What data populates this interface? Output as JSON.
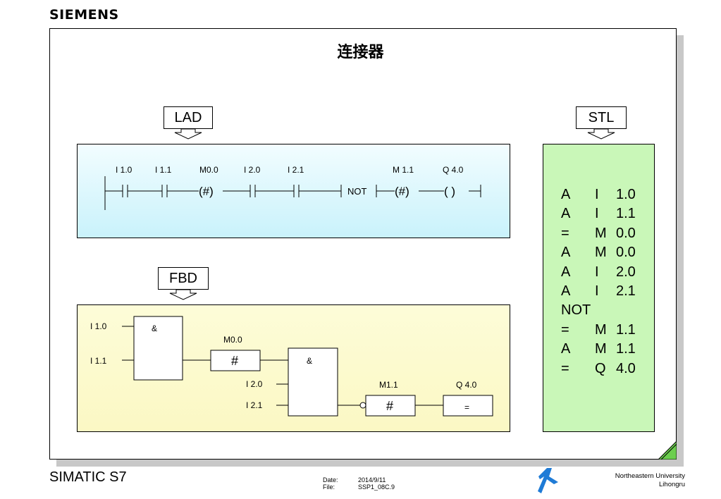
{
  "header": {
    "brand": "SIEMENS"
  },
  "slide": {
    "title": "连接器"
  },
  "tags": {
    "lad": "LAD",
    "stl": "STL",
    "fbd": "FBD"
  },
  "lad": {
    "labels": [
      "I 1.0",
      "I 1.1",
      "M0.0",
      "I 2.0",
      "I 2.1",
      "M 1.1",
      "Q 4.0"
    ],
    "connector_symbol": "(#)",
    "not_label": "NOT",
    "coil_symbol": "(  )"
  },
  "fbd": {
    "and_label": "&",
    "inputs_block1": [
      "I 1.0",
      "I 1.1"
    ],
    "marker1": "M0.0",
    "connector_symbol": "#",
    "inputs_block2": [
      "I 2.0",
      "I 2.1"
    ],
    "marker2": "M1.1",
    "output": "Q 4.0",
    "assign_symbol": "="
  },
  "stl": {
    "rows": [
      {
        "op": "A",
        "area": "I",
        "addr": "1.0"
      },
      {
        "op": "A",
        "area": "I",
        "addr": "1.1"
      },
      {
        "op": "=",
        "area": "M",
        "addr": "0.0"
      },
      {
        "op": "A",
        "area": "M",
        "addr": "0.0"
      },
      {
        "op": "A",
        "area": "I",
        "addr": "2.0"
      },
      {
        "op": "A",
        "area": "I",
        "addr": "2.1"
      },
      {
        "op": "NOT",
        "area": "",
        "addr": ""
      },
      {
        "op": "=",
        "area": "M",
        "addr": "1.1"
      },
      {
        "op": "A",
        "area": "M",
        "addr": "1.1"
      },
      {
        "op": "=",
        "area": "Q",
        "addr": "4.0"
      }
    ]
  },
  "footer": {
    "product": "SIMATIC S7",
    "date_label": "Date:",
    "date_value": "2014/9/11",
    "file_label": "File:",
    "file_value": "SSP1_08C.9",
    "org_line1": "Northeastern University",
    "org_line2": "Lihongru"
  },
  "colors": {
    "lad_bg": "#c9f2fb",
    "fbd_bg": "#fbf8c4",
    "stl_bg": "#c9f7b8",
    "corner": "#6ccf4f",
    "logo_blue": "#1f7bd6"
  }
}
